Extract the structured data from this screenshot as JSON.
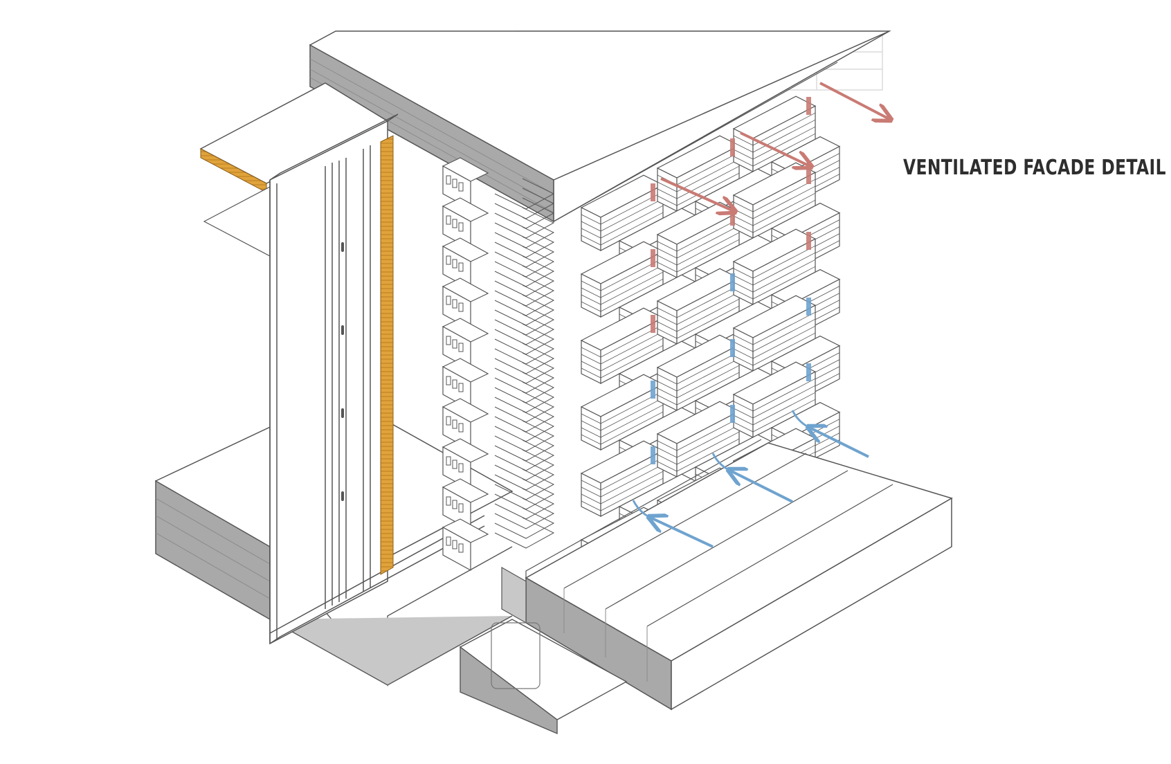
{
  "title": "VENTILATED FACADE DETAIL",
  "colors": {
    "background": "#ffffff",
    "line": "#555555",
    "light_line": "#d6d6d6",
    "concrete_dark": "#a9a9a9",
    "concrete_mid": "#c8c8c8",
    "insulation": "#e0a23a",
    "warm_air": "#c97b74",
    "cool_air": "#6fa3cf"
  },
  "icons": {
    "warm_air_arrow": "arrow-outflow",
    "cool_air_arrow": "arrow-inflow"
  }
}
